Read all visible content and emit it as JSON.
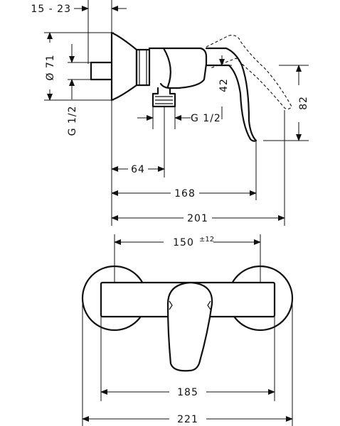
{
  "side_view": {
    "dim_wall_offset": "15 - 23",
    "dim_diameter": "Ø 71",
    "dim_inlet_thread": "G 1/2",
    "dim_outlet_thread": "G 1/2",
    "dim_lever_height": "42",
    "dim_total_height": "82",
    "dim_outlet_distance": "64",
    "dim_lever_tip": "168",
    "dim_total_depth": "201"
  },
  "front_view": {
    "dim_centers": "150",
    "dim_centers_tolerance": "±12",
    "dim_body_width": "185",
    "dim_total_width": "221"
  }
}
